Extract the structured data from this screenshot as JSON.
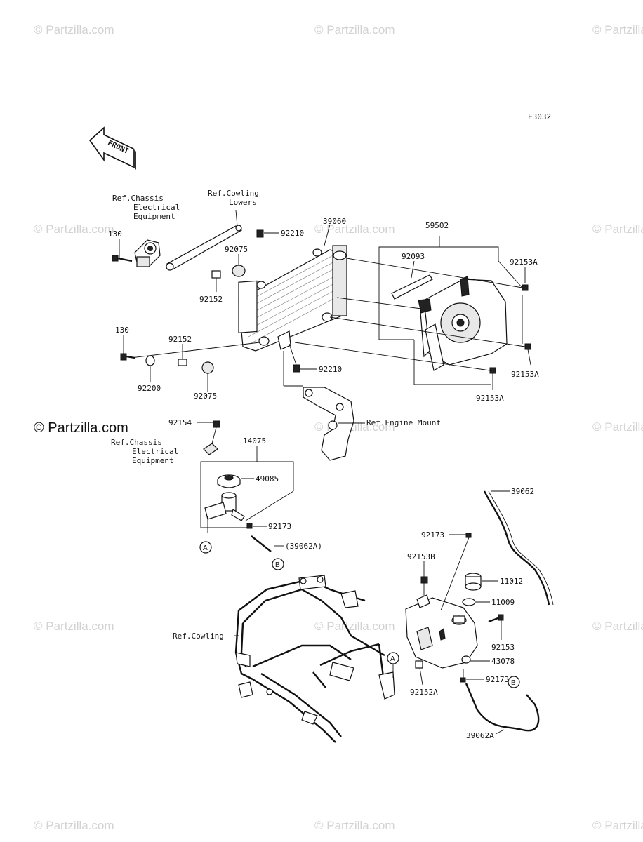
{
  "watermark": "© Partzilla.com",
  "diagram_code": "E3032",
  "front_arrow": "FRONT",
  "labels": {
    "ref_chassis_1": [
      "Ref.Chassis",
      "Electrical",
      "Equipment"
    ],
    "ref_cowling_lowers": [
      "Ref.Cowling",
      "Lowers"
    ],
    "ref_chassis_2": [
      "Ref.Chassis",
      "Electrical",
      "Equipment"
    ],
    "ref_engine_mount": "Ref.Engine Mount",
    "ref_cowling": "Ref.Cowling",
    "p130_a": "130",
    "p130_b": "130",
    "p92210_a": "92210",
    "p92210_b": "92210",
    "p39060": "39060",
    "p59502": "59502",
    "p92093": "92093",
    "p92153A_a": "92153A",
    "p92153A_b": "92153A",
    "p92153A_c": "92153A",
    "p92075_a": "92075",
    "p92075_b": "92075",
    "p92152_a": "92152",
    "p92152_b": "92152",
    "p92200": "92200",
    "p92154": "92154",
    "p14075": "14075",
    "p49085": "49085",
    "p92173_a": "92173",
    "p39062A_paren": "(39062A)",
    "p39062": "39062",
    "p92173_b": "92173",
    "p92153B": "92153B",
    "p11012": "11012",
    "p11009": "11009",
    "p92153": "92153",
    "p43078": "43078",
    "p92152A": "92152A",
    "p92173_c": "92173",
    "p39062A": "39062A",
    "marker_a": "A",
    "marker_b": "B"
  }
}
